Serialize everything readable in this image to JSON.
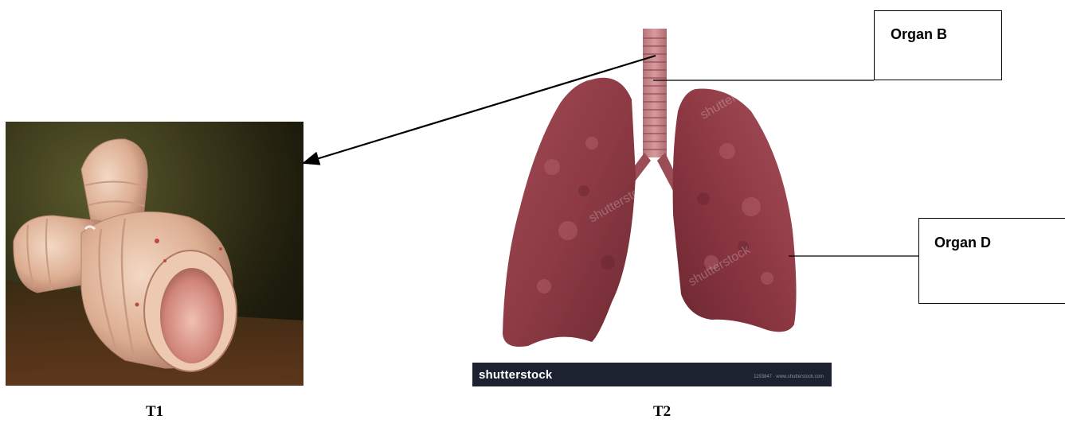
{
  "labels": {
    "organ_b": "Organ B",
    "organ_d": "Organ D"
  },
  "captions": {
    "t1": "T1",
    "t2": "T2"
  },
  "watermark": {
    "brand": "shutterstock",
    "small_text": "1193847 · www.shutterstock.com"
  },
  "colors": {
    "lung": "#8e3b45",
    "trachea": "#c98a8c",
    "box_border": "#000000"
  }
}
